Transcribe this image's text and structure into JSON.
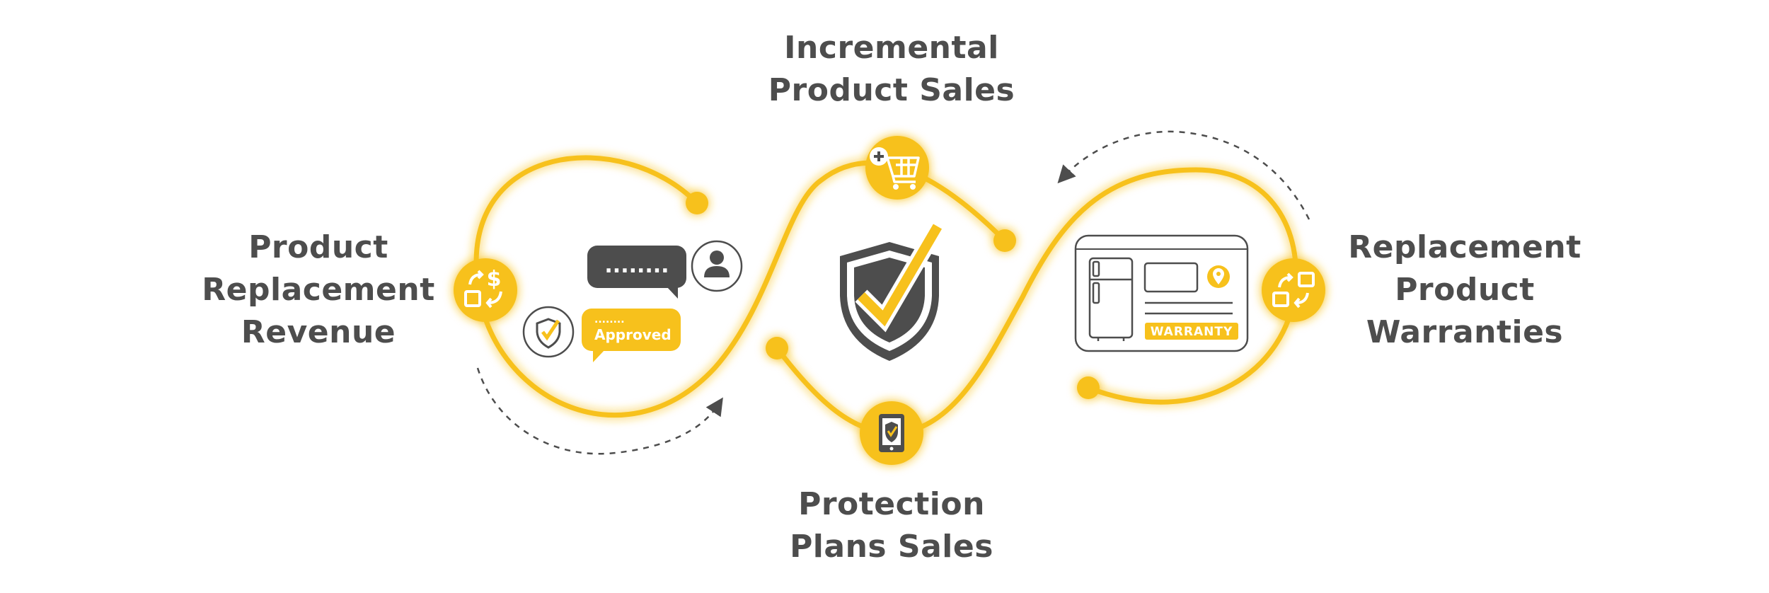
{
  "labels": {
    "incremental": [
      "Incremental",
      "Product Sales"
    ],
    "replacement_revenue": [
      "Product",
      "Replacement",
      "Revenue"
    ],
    "protection": [
      "Protection",
      "Plans Sales"
    ],
    "replacement_warranties": [
      "Replacement",
      "Product",
      "Warranties"
    ]
  },
  "chat": {
    "password_dots": "........",
    "approved_dots": "........",
    "approved_label": "Approved"
  },
  "warranty_card": {
    "badge": "WARRANTY"
  },
  "icons": {
    "revenue_node": "exchange-dollar-icon",
    "cart_node": "add-to-cart-icon",
    "tablet_node": "tablet-shield-icon",
    "warranty_node": "exchange-icon",
    "center": "shield-check-icon",
    "user": "user-icon",
    "small_shield": "shield-check-icon",
    "location": "location-pin-icon",
    "fridge": "refrigerator-icon"
  },
  "colors": {
    "accent": "#f7c11c",
    "dark": "#4d4d4d",
    "white": "#ffffff"
  }
}
